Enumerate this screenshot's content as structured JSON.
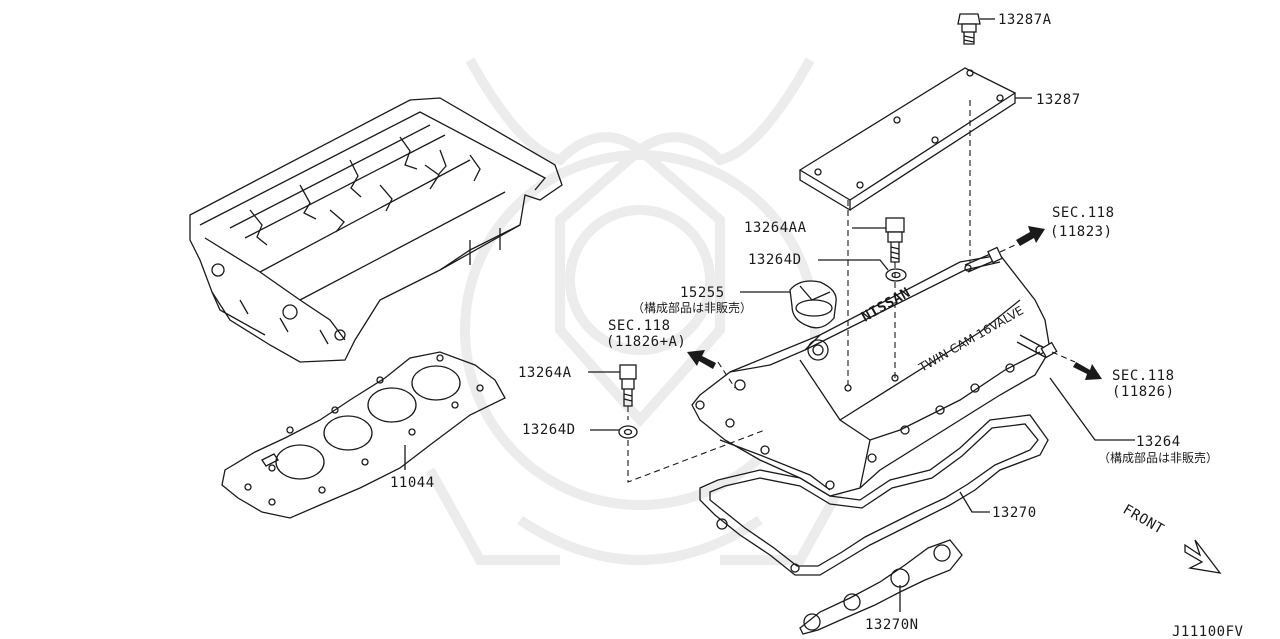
{
  "part_labels": {
    "p13287A": "13287A",
    "p13287": "13287",
    "p13264AA": "13264AA",
    "p13264D_top": "13264D",
    "p15255": "15255",
    "p15255_note": "（構成部品は非販売）",
    "p13264A": "13264A",
    "p13264D_left": "13264D",
    "p11044": "11044",
    "p13264": "13264",
    "p13264_note": "（構成部品は非販売）",
    "p13270": "13270",
    "p13270N": "13270N"
  },
  "section_refs": {
    "sec_11823_title": "SEC.118",
    "sec_11823_code": "(11823)",
    "sec_11826A_title": "SEC.118",
    "sec_11826A_code": "(11826+A)",
    "sec_11826_title": "SEC.118",
    "sec_11826_code": "(11826)"
  },
  "cover_text": {
    "brand": "NISSAN",
    "engine": "TWIN CAM 16VALVE"
  },
  "front_label": "FRONT",
  "diagram_code": "J11100FV"
}
